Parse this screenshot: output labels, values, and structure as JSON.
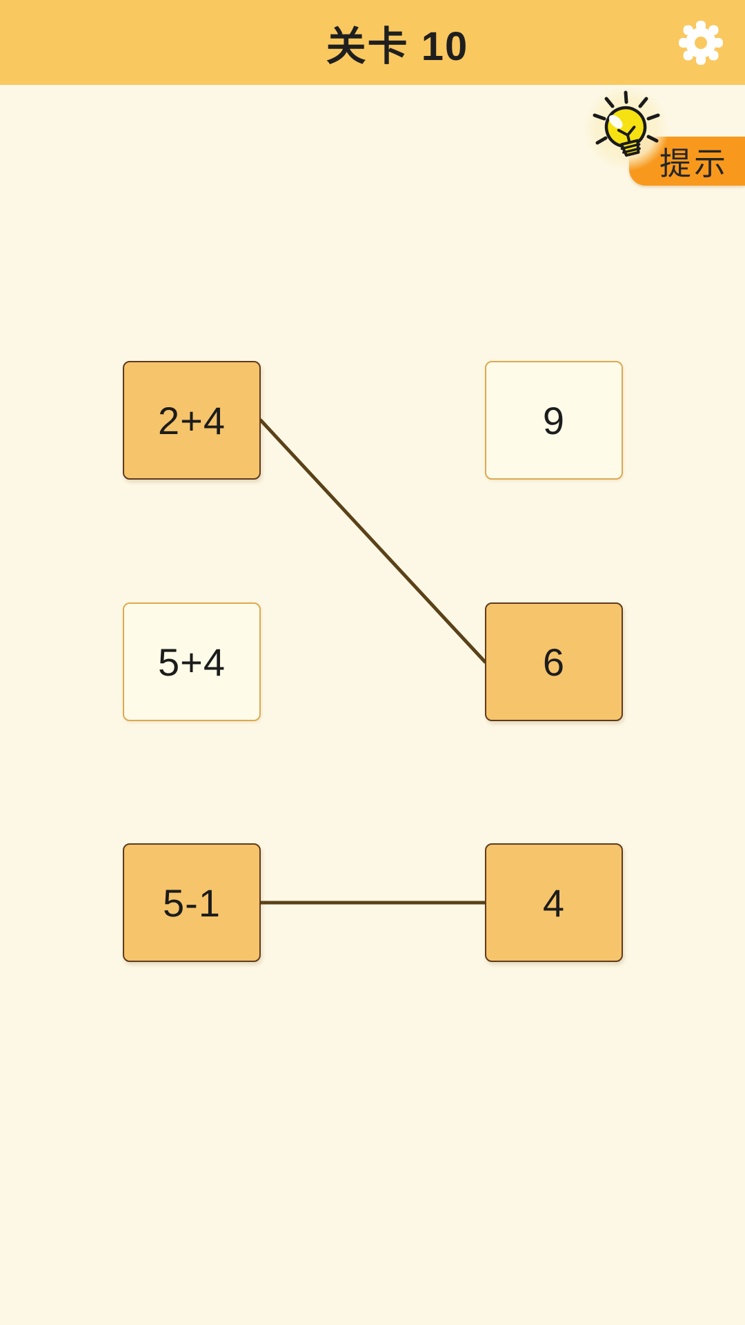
{
  "header": {
    "title": "关卡 10"
  },
  "settings": {
    "icon": "gear-icon"
  },
  "hint": {
    "label": "提示",
    "icon": "lightbulb-icon"
  },
  "board": {
    "cards": [
      {
        "id": "expr-top",
        "label": "2+4",
        "state": "matched"
      },
      {
        "id": "num-top",
        "label": "9",
        "state": "default"
      },
      {
        "id": "expr-mid",
        "label": "5+4",
        "state": "default"
      },
      {
        "id": "num-mid",
        "label": "6",
        "state": "matched"
      },
      {
        "id": "expr-bottom",
        "label": "5-1",
        "state": "matched"
      },
      {
        "id": "num-bottom",
        "label": "4",
        "state": "matched"
      }
    ],
    "connections": [
      {
        "from": "expr-top",
        "to": "num-mid"
      },
      {
        "from": "expr-bottom",
        "to": "num-bottom"
      }
    ]
  },
  "theme": {
    "header_bg": "#F9C85F",
    "page_bg": "#FDF8E5",
    "title_color": "#1F1F1F",
    "hint_bg": "#F8991D",
    "hint_text": "#262626",
    "card_matched_bg": "#F6C46B",
    "card_matched_border": "#5E3A1D",
    "card_default_bg": "#FEFBE9",
    "card_default_border": "#DFA850",
    "line_color": "#5A4118",
    "card_text": "#1C1C1C",
    "gear_color": "#FFFFFF",
    "bulb_yellow": "#F6E112"
  }
}
